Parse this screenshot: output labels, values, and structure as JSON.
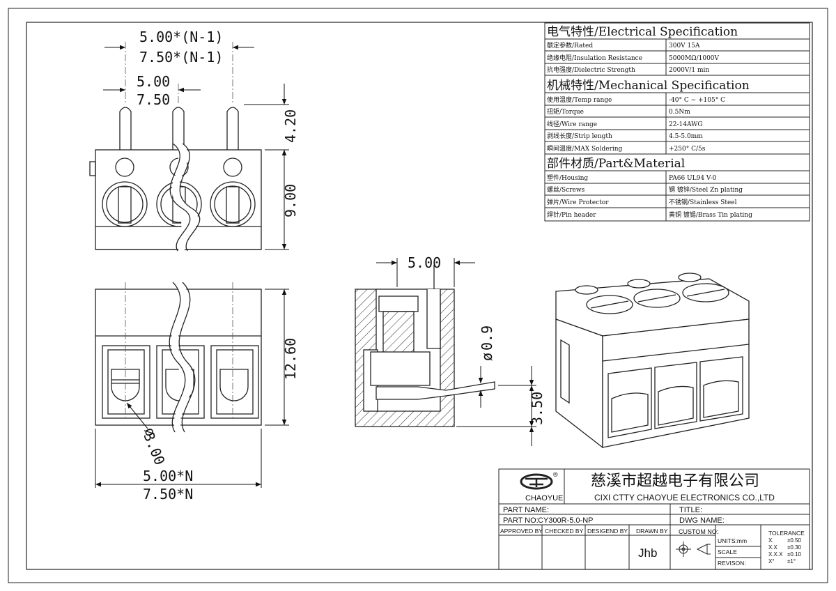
{
  "dimensions": {
    "pitch_top_n1_5": "5.00*(N-1)",
    "pitch_top_n1_75": "7.50*(N-1)",
    "pitch_5": "5.00",
    "pitch_75": "7.50",
    "pin_height": "4.20",
    "body_height": "9.00",
    "front_height": "12.60",
    "hole_dia": "3.00",
    "total_5": "5.00*N",
    "total_75": "7.50*N",
    "side_width": "5.00",
    "pin_dia": "0.9",
    "pin_offset": "3.50"
  },
  "spec_table": {
    "electrical_header": "电气特性/Electrical Specification",
    "mechanical_header": "机械特性/Mechanical Specification",
    "material_header": "部件材质/Part&Material",
    "electrical_rows": [
      {
        "label": "额定参数/Rated",
        "value": "300V  15A"
      },
      {
        "label": "绝缘电阻/Insulation Resistance",
        "value": "5000MΩ/1000V"
      },
      {
        "label": "抗电强度/Dielectric Strength",
        "value": "2000V/1 min"
      }
    ],
    "mechanical_rows": [
      {
        "label": "使用温度/Temp range",
        "value": "-40° C ~ +105° C"
      },
      {
        "label": "扭矩/Torque",
        "value": "0.5Nm"
      },
      {
        "label": "线径/Wire range",
        "value": "22-14AWG"
      },
      {
        "label": "剥线长度/Strip length",
        "value": "4.5-5.0mm"
      },
      {
        "label": "瞬间温度/MAX Soldering",
        "value": "+250° C/5s"
      }
    ],
    "material_rows": [
      {
        "label": "塑件/Housing",
        "value": "PA66 UL94 V-0"
      },
      {
        "label": "螺丝/Screws",
        "value": "钢 镀锌/Steel Zn plating"
      },
      {
        "label": "弹片/Wire Protector",
        "value": "不锈钢/Stainless Steel"
      },
      {
        "label": "焊针/Pin header",
        "value": "黄铜 镀锡/Brass Tin plating"
      }
    ]
  },
  "title_block": {
    "logo_text": "CHAOYUE",
    "logo_mark": "®",
    "company_cn": "慈溪市超越电子有限公司",
    "company_en": "CIXI CTTY CHAOYUE ELECTRONICS CO.,LTD",
    "part_name_label": "PART NAME:",
    "title_label": "TITLE:",
    "part_no_label": "PART NO:",
    "part_no_value": "CY300R-5.0-NP",
    "dwg_name_label": "DWG NAME:",
    "approved_by": "APPROVED BY",
    "checked_by": "CHECKED BY",
    "designed_by": "DESIGEND BY",
    "drawn_by": "DRAWN BY",
    "drawn_by_value": "Jhb",
    "custom_no": "CUSTOM NO:",
    "units": "UNITS:mm",
    "scale": "SCALE",
    "revision": "REVISON:",
    "tolerance_title": "TOLERANCE",
    "tolerances": [
      {
        "k": "X.",
        "v": "±0.50"
      },
      {
        "k": "X.X",
        "v": "±0.30"
      },
      {
        "k": "X.X.X",
        "v": "±0.10"
      },
      {
        "k": "X°",
        "v": "±1°"
      }
    ]
  },
  "colors": {
    "line": "#222222",
    "background": "#ffffff"
  }
}
